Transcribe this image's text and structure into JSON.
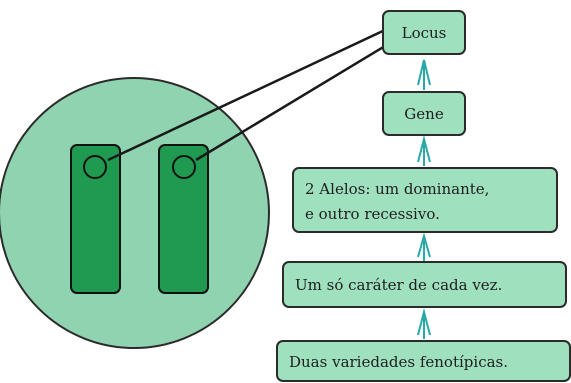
{
  "colors": {
    "background": "#ffffff",
    "cell_fill": "#8fd3b0",
    "cell_stroke": "#2b2b2b",
    "chromosome_fill": "#1f9a50",
    "chromosome_stroke": "#111111",
    "box_fill": "#9fe0bf",
    "box_stroke": "#2b2b2b",
    "arrow_stroke": "#2aa8a8",
    "text": "#1e1e1e"
  },
  "cell": {
    "chromosomes": [
      {
        "label": "chromosome-left"
      },
      {
        "label": "chromosome-right"
      }
    ]
  },
  "concepts": [
    {
      "key": "locus",
      "lines": [
        "Locus"
      ]
    },
    {
      "key": "gene",
      "lines": [
        "Gene"
      ]
    },
    {
      "key": "alleles",
      "lines": [
        "2 Alelos: um dominante,",
        "e outro recessivo."
      ]
    },
    {
      "key": "single-trait",
      "lines": [
        "Um só caráter de cada vez."
      ]
    },
    {
      "key": "phenotypes",
      "lines": [
        "Duas variedades fenotípicas."
      ]
    }
  ]
}
